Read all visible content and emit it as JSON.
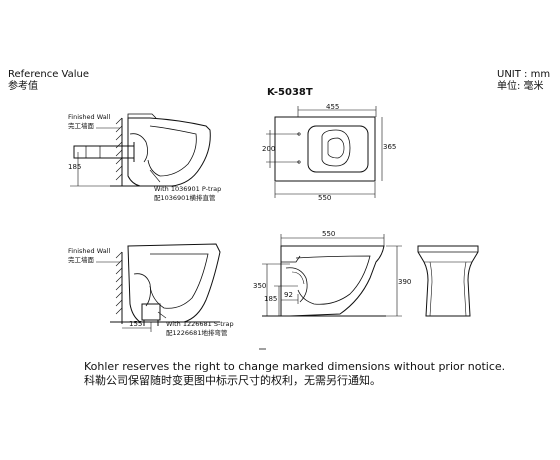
{
  "header": {
    "reference_en": "Reference Value",
    "reference_cn": "参考值",
    "model": "K-5038T",
    "unit_en": "UNIT : mm",
    "unit_cn": "单位:  毫米"
  },
  "side_view_ptrap": {
    "wall_en": "Finished Wall",
    "wall_cn": "完工墙面",
    "dim_height": "185",
    "trap_en": "With 1036901 P-trap",
    "trap_cn": "配1036901横排直管"
  },
  "top_view": {
    "dim_top": "455",
    "dim_left": "200",
    "dim_right": "365",
    "dim_bottom": "550"
  },
  "side_view_strap": {
    "wall_en": "Finished Wall",
    "wall_cn": "完工墙面",
    "dim_bottom": "155",
    "trap_en": "With 1226681 S-trap",
    "trap_cn": "配1226681地排弯管"
  },
  "side_section": {
    "dim_top": "550",
    "dim_350": "350",
    "dim_185": "185",
    "dim_92": "92",
    "dim_390": "390"
  },
  "footer": {
    "notice_en": "Kohler reserves the right to change marked dimensions without prior notice.",
    "notice_cn": "科勒公司保留随时变更图中标示尺寸的权利，无需另行通知。"
  }
}
